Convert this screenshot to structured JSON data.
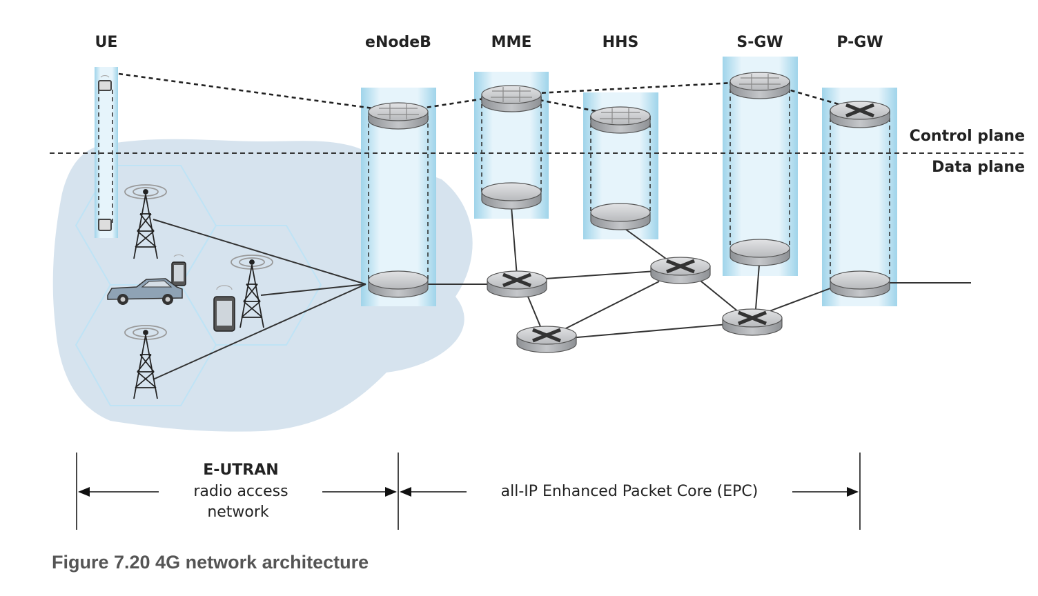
{
  "columns": {
    "ue": "UE",
    "enodeb": "eNodeB",
    "mme": "MME",
    "hhs": "HHS",
    "sgw": "S-GW",
    "pgw": "P-GW"
  },
  "planes": {
    "control": "Control plane",
    "data": "Data plane"
  },
  "spans": {
    "eutran_title": "E-UTRAN",
    "eutran_line1": "radio access",
    "eutran_line2": "network",
    "epc": "all-IP Enhanced Packet Core (EPC)"
  },
  "caption": "Figure 7.20 4G network architecture",
  "colors": {
    "column_highlight": "#9fd4ea",
    "ran_cloud": "#d6e3ee",
    "cell_border": "#bfe3f5",
    "router_fill": "#c8cacc",
    "caption": "#555555"
  }
}
